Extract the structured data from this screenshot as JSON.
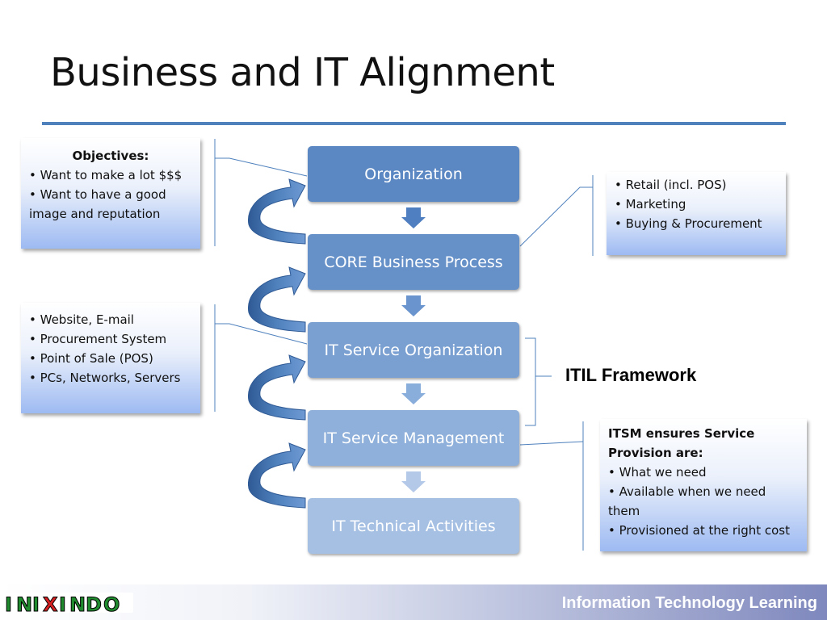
{
  "title": "Business and IT Alignment",
  "steps": [
    {
      "label": "Organization",
      "color": "#5b87c2"
    },
    {
      "label": "CORE Business Process",
      "color": "#6690c8"
    },
    {
      "label": "IT Service Organization",
      "color": "#7a9fd1"
    },
    {
      "label": "IT Service Management",
      "color": "#8fb0da"
    },
    {
      "label": "IT Technical Activities",
      "color": "#a6c0e3"
    }
  ],
  "callouts": {
    "objectives": {
      "heading": "Objectives:",
      "items": [
        "• Want to make a lot $$$",
        "• Want to have a good image and reputation"
      ]
    },
    "business_areas": {
      "items": [
        "• Retail (incl. POS)",
        "• Marketing",
        "• Buying & Procurement"
      ]
    },
    "it_services": {
      "items": [
        "• Website, E-mail",
        "• Procurement System",
        "• Point of Sale (POS)",
        "• PCs, Networks, Servers"
      ]
    },
    "itsm": {
      "heading": "ITSM ensures Service Provision are:",
      "items": [
        "• What we need",
        "• Available when we need them",
        "• Provisioned at the right cost"
      ]
    }
  },
  "itil_label": "ITIL Framework",
  "footer": {
    "text": "Information Technology Learning",
    "logo_text": "INIXINDO"
  },
  "colors": {
    "accent": "#4f81bd",
    "arrow": "#4f81bd",
    "connector": "#4f81bd"
  }
}
